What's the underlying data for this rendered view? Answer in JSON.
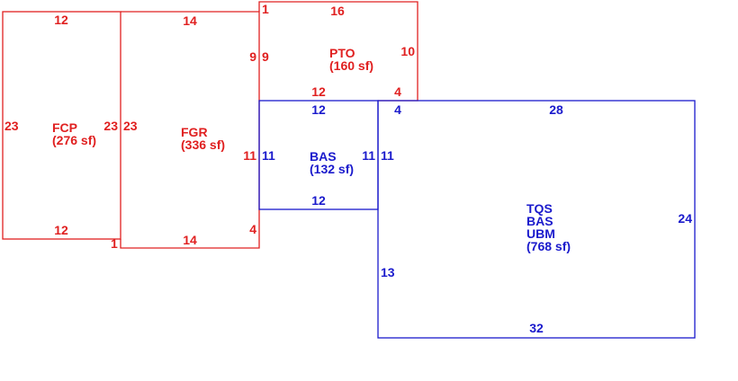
{
  "colors": {
    "red": "#e02020",
    "blue": "#1a1acc"
  },
  "areas": {
    "fcp": {
      "code": "FCP",
      "area": "(276 sf)"
    },
    "fgr": {
      "code": "FGR",
      "area": "(336 sf)"
    },
    "pto": {
      "code": "PTO",
      "area": "(160 sf)"
    },
    "bas": {
      "code": "BAS",
      "area": "(132 sf)"
    },
    "main": {
      "line1": "TQS",
      "line2": "BAS",
      "line3": "UBM",
      "area": "(768 sf)"
    }
  },
  "dims": {
    "fcp_top": "12",
    "fcp_left": "23",
    "fcp_right": "23",
    "fcp_bottom": "12",
    "fcp_step": "1",
    "fgr_top": "14",
    "fgr_left": "23",
    "fgr_right_upper": "9",
    "fgr_right_mid": "11",
    "fgr_right_lower": "4",
    "fgr_bottom": "14",
    "pto_corner": "1",
    "pto_top": "16",
    "pto_left": "9",
    "pto_right": "10",
    "pto_bottom": "12",
    "pto_bottom_right": "4",
    "bas_top": "12",
    "bas_left": "11",
    "bas_right": "11",
    "bas_bottom": "12",
    "main_top_left": "4",
    "main_top": "28",
    "main_left_upper": "11",
    "main_right": "24",
    "main_left_lower": "13",
    "main_bottom": "32"
  }
}
